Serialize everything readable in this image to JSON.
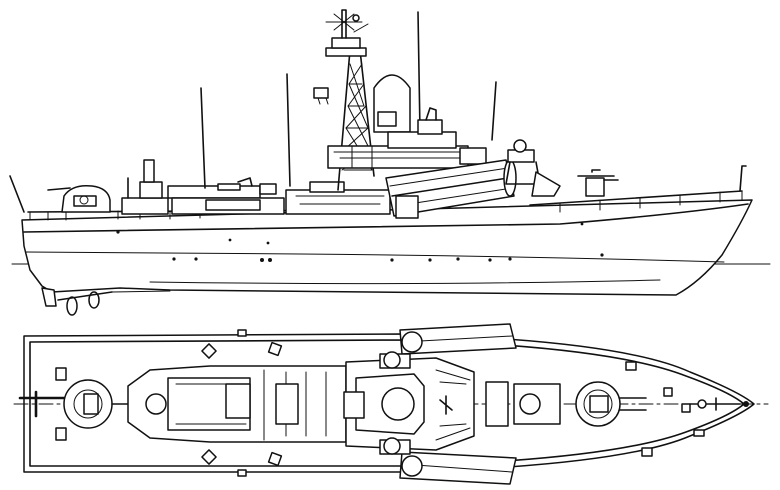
{
  "figure": {
    "kind": "naval line drawing",
    "views": [
      "side-elevation",
      "plan-view"
    ],
    "line_color": "#111111",
    "background": "#ffffff"
  }
}
